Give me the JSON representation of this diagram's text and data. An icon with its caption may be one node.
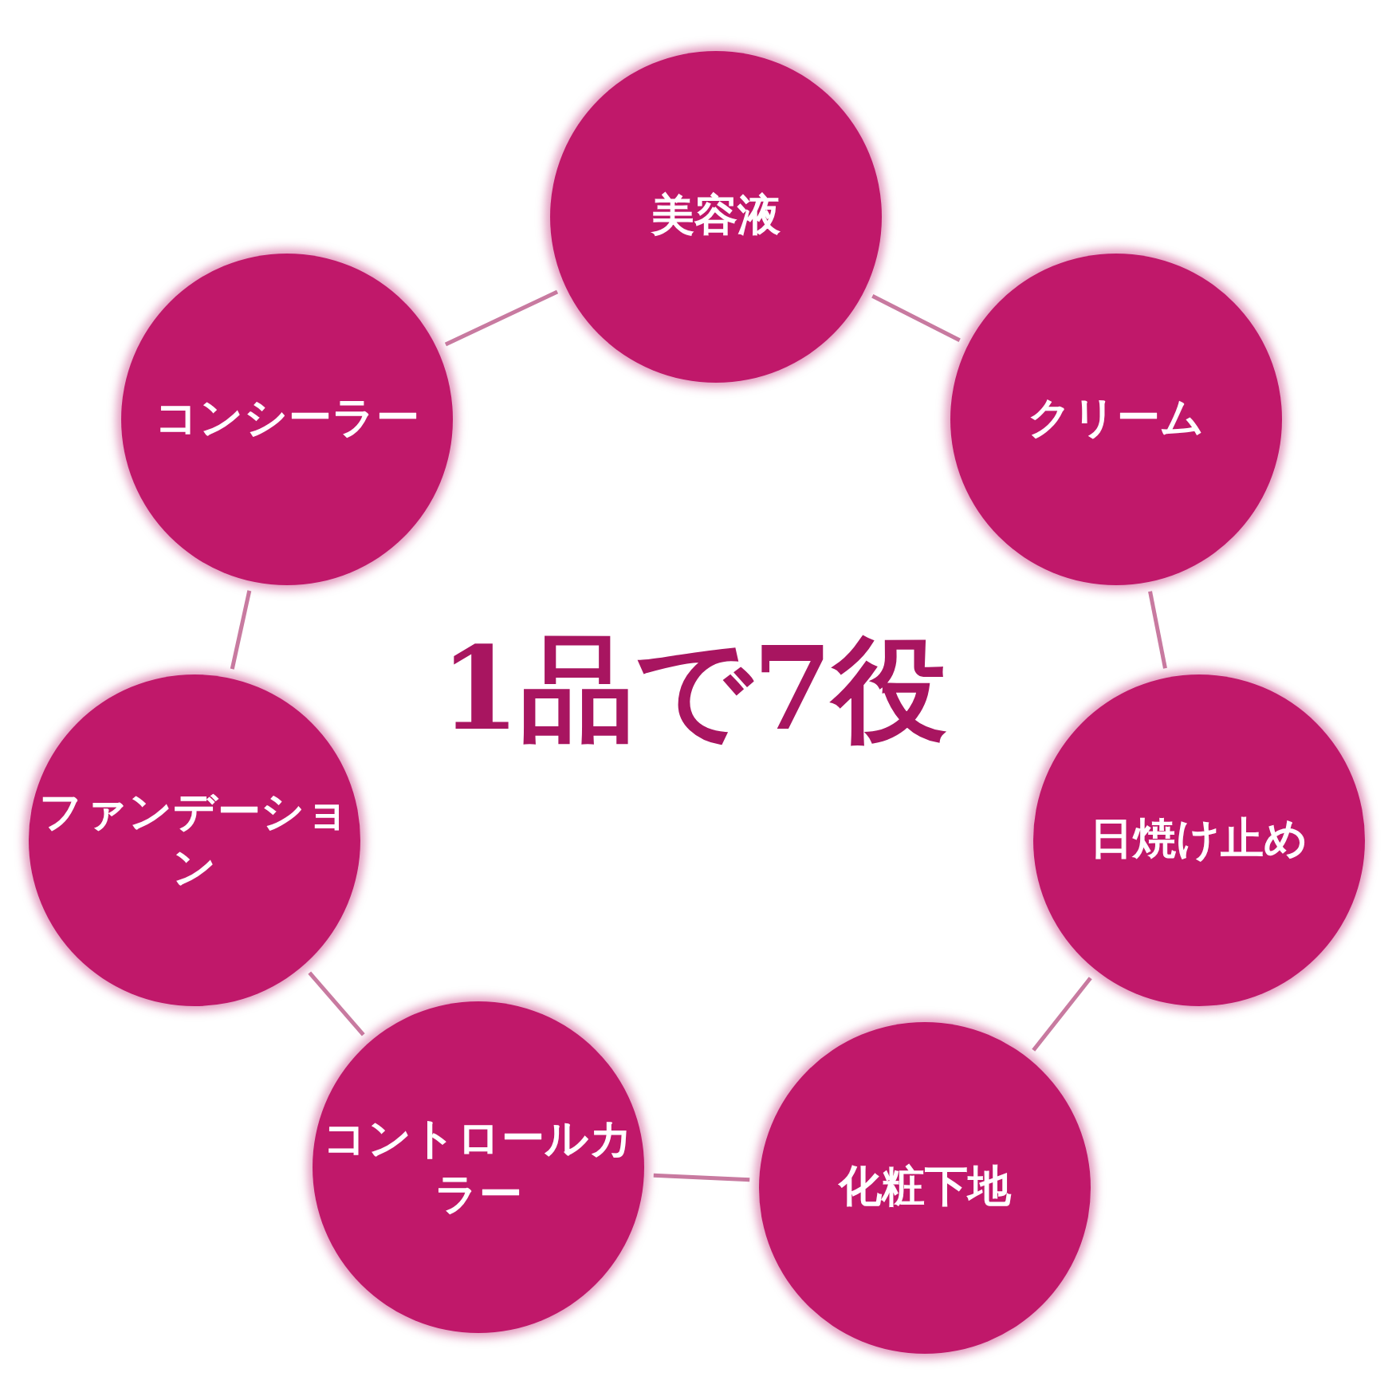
{
  "diagram": {
    "title": "1品で7役",
    "nodes": [
      {
        "text": [
          "美容液"
        ]
      },
      {
        "text": [
          "クリーム"
        ]
      },
      {
        "text": [
          "日焼け止め"
        ]
      },
      {
        "text": [
          "化粧下地"
        ]
      },
      {
        "text": [
          "コントロールカラー"
        ]
      },
      {
        "text": [
          "ファンデーション"
        ]
      },
      {
        "text": [
          "コンシーラー"
        ]
      }
    ],
    "edges": [
      {
        "from": 0,
        "to": 1,
        "arrow": "none"
      },
      {
        "from": 1,
        "to": 2,
        "arrow": "none"
      },
      {
        "from": 2,
        "to": 3,
        "arrow": "none"
      },
      {
        "from": 3,
        "to": 4,
        "arrow": "none"
      },
      {
        "from": 4,
        "to": 5,
        "arrow": "none"
      },
      {
        "from": 5,
        "to": 6,
        "arrow": "none"
      },
      {
        "from": 6,
        "to": 0,
        "arrow": "none"
      }
    ]
  }
}
